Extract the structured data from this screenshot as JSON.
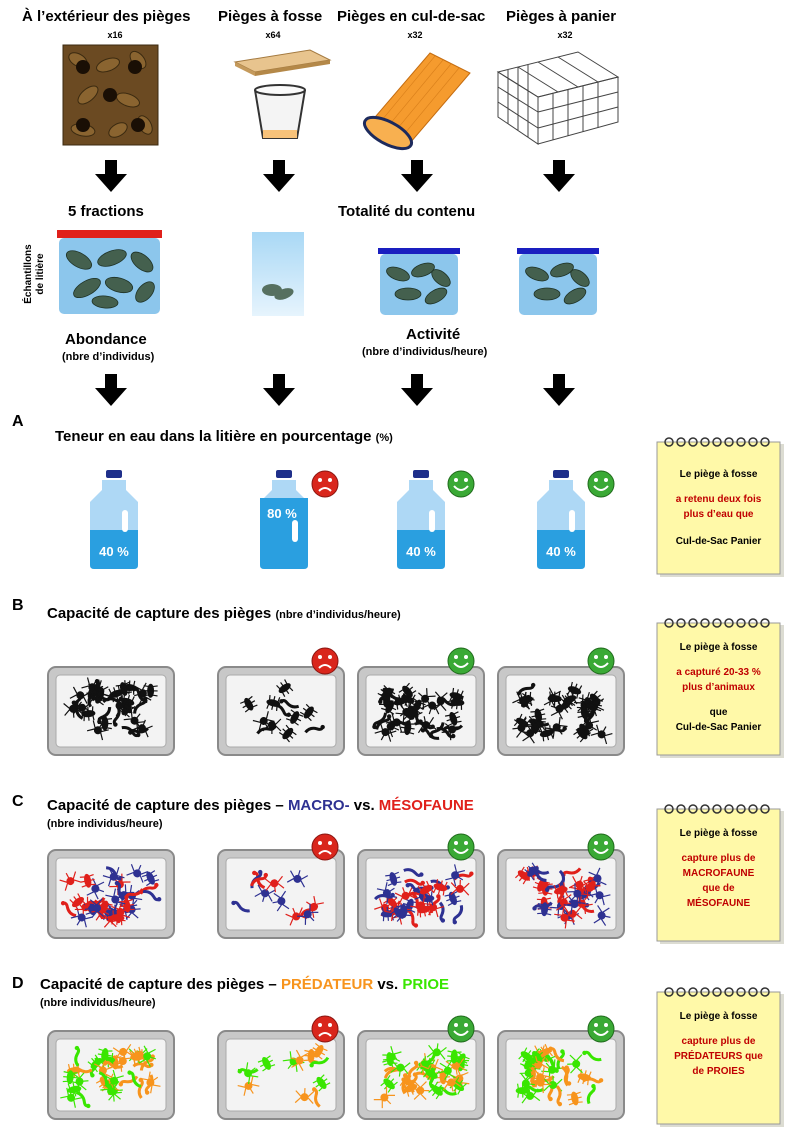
{
  "traps": [
    {
      "name": "À l’extérieur des pièges",
      "count": "x16"
    },
    {
      "name": "Pièges à fosse",
      "count": "x64"
    },
    {
      "name": "Pièges en cul-de-sac",
      "count": "x32"
    },
    {
      "name": "Pièges à panier",
      "count": "x32"
    }
  ],
  "samples": {
    "side_label_line1": "Échantillons",
    "side_label_line2": "de litière",
    "left_label": "5 fractions",
    "right_label": "Totalité du contenu"
  },
  "measures": {
    "abundance": "Abondance",
    "abundance_unit": "(nbre d’individus)",
    "activity": "Activité",
    "activity_unit": "(nbre d’individus/heure)"
  },
  "sectionA": {
    "letter": "A",
    "title": "Teneur en eau dans la litière en pourcentage",
    "unit": "(%)",
    "values": [
      "40 %",
      "80 %",
      "40 %",
      "40 %"
    ],
    "note": {
      "line1": "Le piège à fosse",
      "line2": "a retenu deux fois",
      "line3": "plus d’eau que",
      "line4": "Cul-de-Sac Panier"
    }
  },
  "sectionB": {
    "letter": "B",
    "title": "Capacité de capture des pièges",
    "unit": "(nbre d’individus/heure)",
    "note": {
      "line1": "Le piège à fosse",
      "line2": "a capturé 20-33 %",
      "line3": "plus d’animaux",
      "line4": "que",
      "line5": "Cul-de-Sac Panier"
    }
  },
  "sectionC": {
    "letter": "C",
    "title_prefix": "Capacité de capture des pièges –",
    "macro": "MACRO-",
    "vs": "vs.",
    "meso": "MÉSOFAUNE",
    "unit": "(nbre individus/heure)",
    "note": {
      "line1": "Le piège à fosse",
      "line2": "capture plus de",
      "line3": "MACROFAUNE",
      "line4": "que de",
      "line5": "MÉSOFAUNE"
    }
  },
  "sectionD": {
    "letter": "D",
    "title_prefix": "Capacité de capture des pièges –",
    "pred": "PRÉDATEUR",
    "vs": "vs.",
    "prey": "PRIOE",
    "unit": "(nbre individus/heure)",
    "note": {
      "line1": "Le piège à fosse",
      "line2": "capture plus de",
      "line3": "PRÉDATEURS que",
      "line4": "de PROIES"
    }
  },
  "colors": {
    "macro": "#2e3192",
    "meso": "#e0201b",
    "predator": "#f7941d",
    "prey": "#39e600",
    "note_bg": "#fff9a8",
    "note_text_red": "#c00000",
    "happy": "#3aa935",
    "sad": "#d9261c",
    "bottle": "#29a3e0"
  },
  "icons": [
    "down-arrow-icon",
    "happy-face-icon",
    "sad-face-icon",
    "water-bottle-icon",
    "notepad-icon"
  ]
}
